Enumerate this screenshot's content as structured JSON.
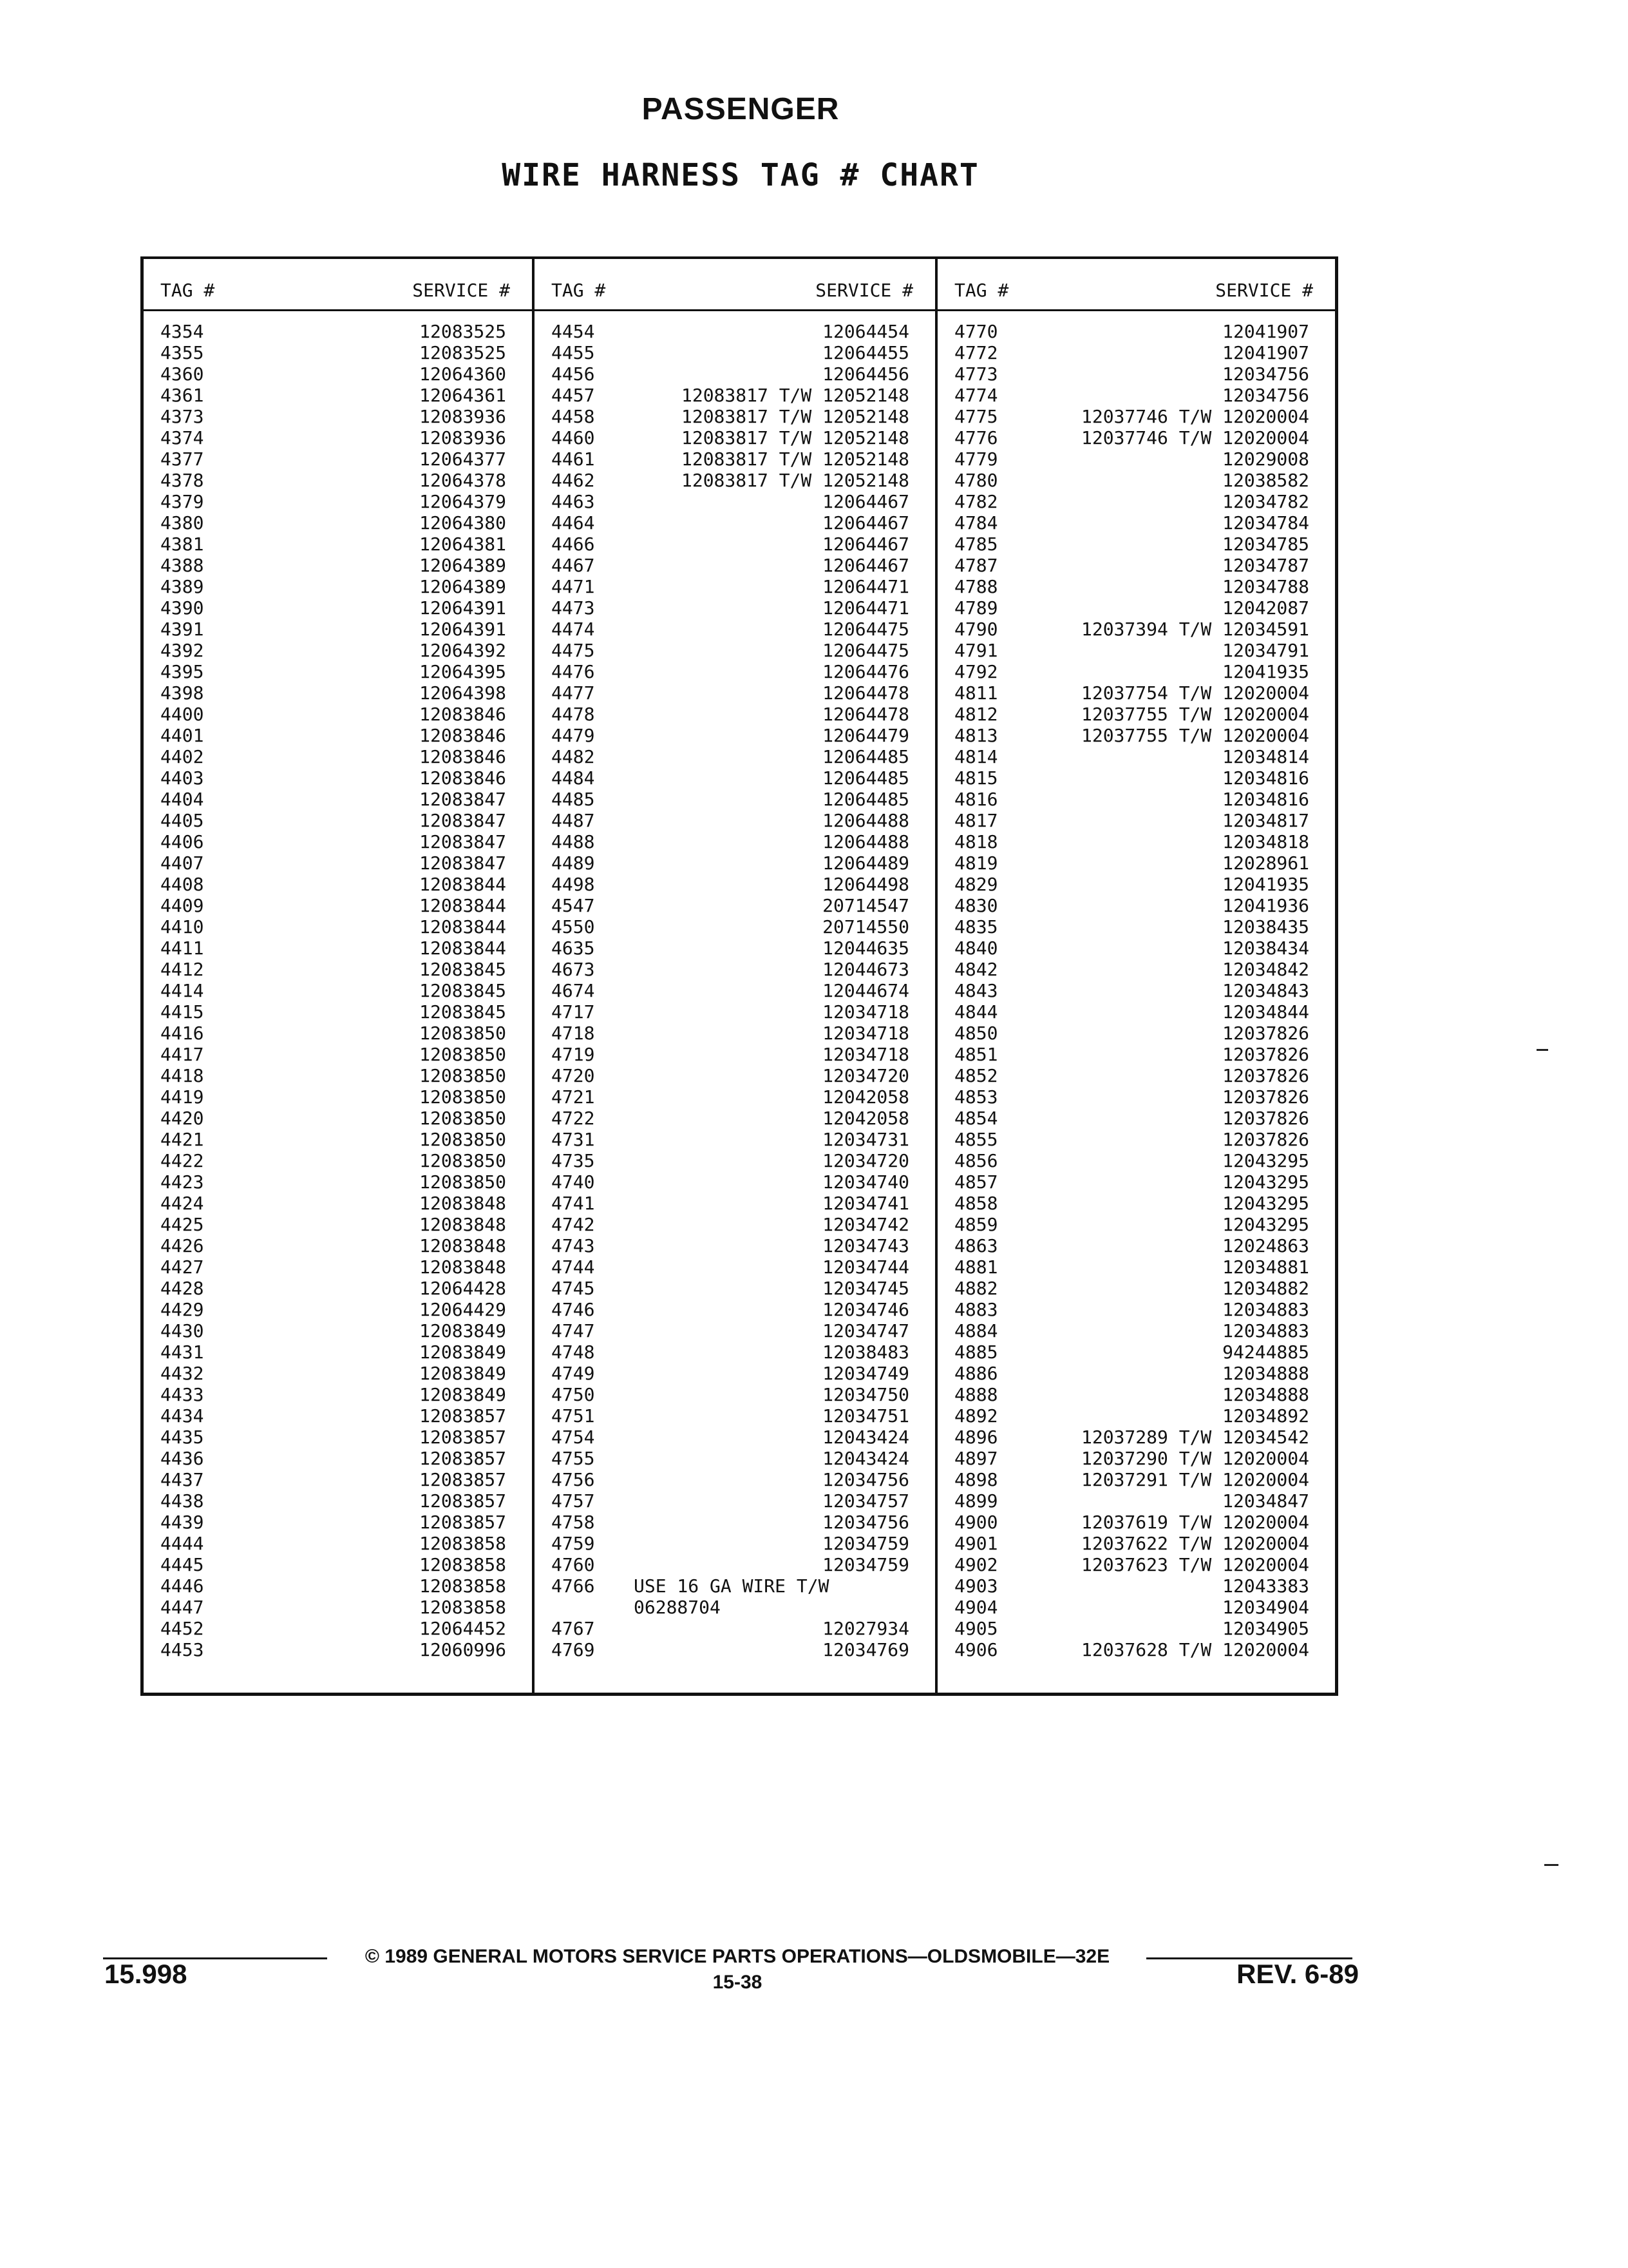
{
  "header": {
    "title": "PASSENGER",
    "subtitle": "WIRE HARNESS TAG # CHART"
  },
  "columns": [
    {
      "tag_header": "TAG #",
      "service_header": "SERVICE #",
      "rows": [
        {
          "tag": "4354",
          "service": "12083525"
        },
        {
          "tag": "4355",
          "service": "12083525"
        },
        {
          "tag": "4360",
          "service": "12064360"
        },
        {
          "tag": "4361",
          "service": "12064361"
        },
        {
          "tag": "4373",
          "service": "12083936"
        },
        {
          "tag": "4374",
          "service": "12083936"
        },
        {
          "tag": "4377",
          "service": "12064377"
        },
        {
          "tag": "4378",
          "service": "12064378"
        },
        {
          "tag": "4379",
          "service": "12064379"
        },
        {
          "tag": "4380",
          "service": "12064380"
        },
        {
          "tag": "4381",
          "service": "12064381"
        },
        {
          "tag": "4388",
          "service": "12064389"
        },
        {
          "tag": "4389",
          "service": "12064389"
        },
        {
          "tag": "4390",
          "service": "12064391"
        },
        {
          "tag": "4391",
          "service": "12064391"
        },
        {
          "tag": "4392",
          "service": "12064392"
        },
        {
          "tag": "4395",
          "service": "12064395"
        },
        {
          "tag": "4398",
          "service": "12064398"
        },
        {
          "tag": "4400",
          "service": "12083846"
        },
        {
          "tag": "4401",
          "service": "12083846"
        },
        {
          "tag": "4402",
          "service": "12083846"
        },
        {
          "tag": "4403",
          "service": "12083846"
        },
        {
          "tag": "4404",
          "service": "12083847"
        },
        {
          "tag": "4405",
          "service": "12083847"
        },
        {
          "tag": "4406",
          "service": "12083847"
        },
        {
          "tag": "4407",
          "service": "12083847"
        },
        {
          "tag": "4408",
          "service": "12083844"
        },
        {
          "tag": "4409",
          "service": "12083844"
        },
        {
          "tag": "4410",
          "service": "12083844"
        },
        {
          "tag": "4411",
          "service": "12083844"
        },
        {
          "tag": "4412",
          "service": "12083845"
        },
        {
          "tag": "4414",
          "service": "12083845"
        },
        {
          "tag": "4415",
          "service": "12083845"
        },
        {
          "tag": "4416",
          "service": "12083850"
        },
        {
          "tag": "4417",
          "service": "12083850"
        },
        {
          "tag": "4418",
          "service": "12083850"
        },
        {
          "tag": "4419",
          "service": "12083850"
        },
        {
          "tag": "4420",
          "service": "12083850"
        },
        {
          "tag": "4421",
          "service": "12083850"
        },
        {
          "tag": "4422",
          "service": "12083850"
        },
        {
          "tag": "4423",
          "service": "12083850"
        },
        {
          "tag": "4424",
          "service": "12083848"
        },
        {
          "tag": "4425",
          "service": "12083848"
        },
        {
          "tag": "4426",
          "service": "12083848"
        },
        {
          "tag": "4427",
          "service": "12083848"
        },
        {
          "tag": "4428",
          "service": "12064428"
        },
        {
          "tag": "4429",
          "service": "12064429"
        },
        {
          "tag": "4430",
          "service": "12083849"
        },
        {
          "tag": "4431",
          "service": "12083849"
        },
        {
          "tag": "4432",
          "service": "12083849"
        },
        {
          "tag": "4433",
          "service": "12083849"
        },
        {
          "tag": "4434",
          "service": "12083857"
        },
        {
          "tag": "4435",
          "service": "12083857"
        },
        {
          "tag": "4436",
          "service": "12083857"
        },
        {
          "tag": "4437",
          "service": "12083857"
        },
        {
          "tag": "4438",
          "service": "12083857"
        },
        {
          "tag": "4439",
          "service": "12083857"
        },
        {
          "tag": "4444",
          "service": "12083858"
        },
        {
          "tag": "4445",
          "service": "12083858"
        },
        {
          "tag": "4446",
          "service": "12083858"
        },
        {
          "tag": "4447",
          "service": "12083858"
        },
        {
          "tag": "4452",
          "service": "12064452"
        },
        {
          "tag": "4453",
          "service": "12060996"
        }
      ]
    },
    {
      "tag_header": "TAG #",
      "service_header": "SERVICE #",
      "rows": [
        {
          "tag": "4454",
          "service": "12064454"
        },
        {
          "tag": "4455",
          "service": "12064455"
        },
        {
          "tag": "4456",
          "service": "12064456"
        },
        {
          "tag": "4457",
          "service": "12083817 T/W 12052148"
        },
        {
          "tag": "4458",
          "service": "12083817 T/W 12052148"
        },
        {
          "tag": "4460",
          "service": "12083817 T/W 12052148"
        },
        {
          "tag": "4461",
          "service": "12083817 T/W 12052148"
        },
        {
          "tag": "4462",
          "service": "12083817 T/W 12052148"
        },
        {
          "tag": "4463",
          "service": "12064467"
        },
        {
          "tag": "4464",
          "service": "12064467"
        },
        {
          "tag": "4466",
          "service": "12064467"
        },
        {
          "tag": "4467",
          "service": "12064467"
        },
        {
          "tag": "4471",
          "service": "12064471"
        },
        {
          "tag": "4473",
          "service": "12064471"
        },
        {
          "tag": "4474",
          "service": "12064475"
        },
        {
          "tag": "4475",
          "service": "12064475"
        },
        {
          "tag": "4476",
          "service": "12064476"
        },
        {
          "tag": "4477",
          "service": "12064478"
        },
        {
          "tag": "4478",
          "service": "12064478"
        },
        {
          "tag": "4479",
          "service": "12064479"
        },
        {
          "tag": "4482",
          "service": "12064485"
        },
        {
          "tag": "4484",
          "service": "12064485"
        },
        {
          "tag": "4485",
          "service": "12064485"
        },
        {
          "tag": "4487",
          "service": "12064488"
        },
        {
          "tag": "4488",
          "service": "12064488"
        },
        {
          "tag": "4489",
          "service": "12064489"
        },
        {
          "tag": "4498",
          "service": "12064498"
        },
        {
          "tag": "4547",
          "service": "20714547"
        },
        {
          "tag": "4550",
          "service": "20714550"
        },
        {
          "tag": "4635",
          "service": "12044635"
        },
        {
          "tag": "4673",
          "service": "12044673"
        },
        {
          "tag": "4674",
          "service": "12044674"
        },
        {
          "tag": "4717",
          "service": "12034718"
        },
        {
          "tag": "4718",
          "service": "12034718"
        },
        {
          "tag": "4719",
          "service": "12034718"
        },
        {
          "tag": "4720",
          "service": "12034720"
        },
        {
          "tag": "4721",
          "service": "12042058"
        },
        {
          "tag": "4722",
          "service": "12042058"
        },
        {
          "tag": "4731",
          "service": "12034731"
        },
        {
          "tag": "4735",
          "service": "12034720"
        },
        {
          "tag": "4740",
          "service": "12034740"
        },
        {
          "tag": "4741",
          "service": "12034741"
        },
        {
          "tag": "4742",
          "service": "12034742"
        },
        {
          "tag": "4743",
          "service": "12034743"
        },
        {
          "tag": "4744",
          "service": "12034744"
        },
        {
          "tag": "4745",
          "service": "12034745"
        },
        {
          "tag": "4746",
          "service": "12034746"
        },
        {
          "tag": "4747",
          "service": "12034747"
        },
        {
          "tag": "4748",
          "service": "12038483"
        },
        {
          "tag": "4749",
          "service": "12034749"
        },
        {
          "tag": "4750",
          "service": "12034750"
        },
        {
          "tag": "4751",
          "service": "12034751"
        },
        {
          "tag": "4754",
          "service": "12043424"
        },
        {
          "tag": "4755",
          "service": "12043424"
        },
        {
          "tag": "4756",
          "service": "12034756"
        },
        {
          "tag": "4757",
          "service": "12034757"
        },
        {
          "tag": "4758",
          "service": "12034756"
        },
        {
          "tag": "4759",
          "service": "12034759"
        },
        {
          "tag": "4760",
          "service": "12034759"
        },
        {
          "tag": "4766",
          "service": "",
          "note": "USE 16 GA WIRE T/W"
        },
        {
          "tag": "",
          "service": "",
          "note": "06288704"
        },
        {
          "tag": "4767",
          "service": "12027934"
        },
        {
          "tag": "4769",
          "service": "12034769"
        }
      ]
    },
    {
      "tag_header": "TAG #",
      "service_header": "SERVICE #",
      "rows": [
        {
          "tag": "4770",
          "service": "12041907"
        },
        {
          "tag": "4772",
          "service": "12041907"
        },
        {
          "tag": "4773",
          "service": "12034756"
        },
        {
          "tag": "4774",
          "service": "12034756"
        },
        {
          "tag": "4775",
          "service": "12037746 T/W 12020004"
        },
        {
          "tag": "4776",
          "service": "12037746 T/W 12020004"
        },
        {
          "tag": "4779",
          "service": "12029008"
        },
        {
          "tag": "4780",
          "service": "12038582"
        },
        {
          "tag": "4782",
          "service": "12034782"
        },
        {
          "tag": "4784",
          "service": "12034784"
        },
        {
          "tag": "4785",
          "service": "12034785"
        },
        {
          "tag": "4787",
          "service": "12034787"
        },
        {
          "tag": "4788",
          "service": "12034788"
        },
        {
          "tag": "4789",
          "service": "12042087"
        },
        {
          "tag": "4790",
          "service": "12037394 T/W 12034591"
        },
        {
          "tag": "4791",
          "service": "12034791"
        },
        {
          "tag": "4792",
          "service": "12041935"
        },
        {
          "tag": "4811",
          "service": "12037754 T/W 12020004"
        },
        {
          "tag": "4812",
          "service": "12037755 T/W 12020004"
        },
        {
          "tag": "4813",
          "service": "12037755 T/W 12020004"
        },
        {
          "tag": "4814",
          "service": "12034814"
        },
        {
          "tag": "4815",
          "service": "12034816"
        },
        {
          "tag": "4816",
          "service": "12034816"
        },
        {
          "tag": "4817",
          "service": "12034817"
        },
        {
          "tag": "4818",
          "service": "12034818"
        },
        {
          "tag": "4819",
          "service": "12028961"
        },
        {
          "tag": "4829",
          "service": "12041935"
        },
        {
          "tag": "4830",
          "service": "12041936"
        },
        {
          "tag": "4835",
          "service": "12038435"
        },
        {
          "tag": "4840",
          "service": "12038434"
        },
        {
          "tag": "4842",
          "service": "12034842"
        },
        {
          "tag": "4843",
          "service": "12034843"
        },
        {
          "tag": "4844",
          "service": "12034844"
        },
        {
          "tag": "4850",
          "service": "12037826"
        },
        {
          "tag": "4851",
          "service": "12037826"
        },
        {
          "tag": "4852",
          "service": "12037826"
        },
        {
          "tag": "4853",
          "service": "12037826"
        },
        {
          "tag": "4854",
          "service": "12037826"
        },
        {
          "tag": "4855",
          "service": "12037826"
        },
        {
          "tag": "4856",
          "service": "12043295"
        },
        {
          "tag": "4857",
          "service": "12043295"
        },
        {
          "tag": "4858",
          "service": "12043295"
        },
        {
          "tag": "4859",
          "service": "12043295"
        },
        {
          "tag": "4863",
          "service": "12024863"
        },
        {
          "tag": "4881",
          "service": "12034881"
        },
        {
          "tag": "4882",
          "service": "12034882"
        },
        {
          "tag": "4883",
          "service": "12034883"
        },
        {
          "tag": "4884",
          "service": "12034883"
        },
        {
          "tag": "4885",
          "service": "94244885"
        },
        {
          "tag": "4886",
          "service": "12034888"
        },
        {
          "tag": "4888",
          "service": "12034888"
        },
        {
          "tag": "4892",
          "service": "12034892"
        },
        {
          "tag": "4896",
          "service": "12037289 T/W 12034542"
        },
        {
          "tag": "4897",
          "service": "12037290 T/W 12020004"
        },
        {
          "tag": "4898",
          "service": "12037291 T/W 12020004"
        },
        {
          "tag": "4899",
          "service": "12034847"
        },
        {
          "tag": "4900",
          "service": "12037619 T/W 12020004"
        },
        {
          "tag": "4901",
          "service": "12037622 T/W 12020004"
        },
        {
          "tag": "4902",
          "service": "12037623 T/W 12020004"
        },
        {
          "tag": "4903",
          "service": "12043383"
        },
        {
          "tag": "4904",
          "service": "12034904"
        },
        {
          "tag": "4905",
          "service": "12034905"
        },
        {
          "tag": "4906",
          "service": "12037628 T/W 12020004"
        }
      ]
    }
  ],
  "footer": {
    "copyright": "© 1989 GENERAL MOTORS SERVICE PARTS OPERATIONS—OLDSMOBILE—32E",
    "page": "15-38",
    "left_code": "15.998",
    "revision": "REV. 6-89"
  }
}
